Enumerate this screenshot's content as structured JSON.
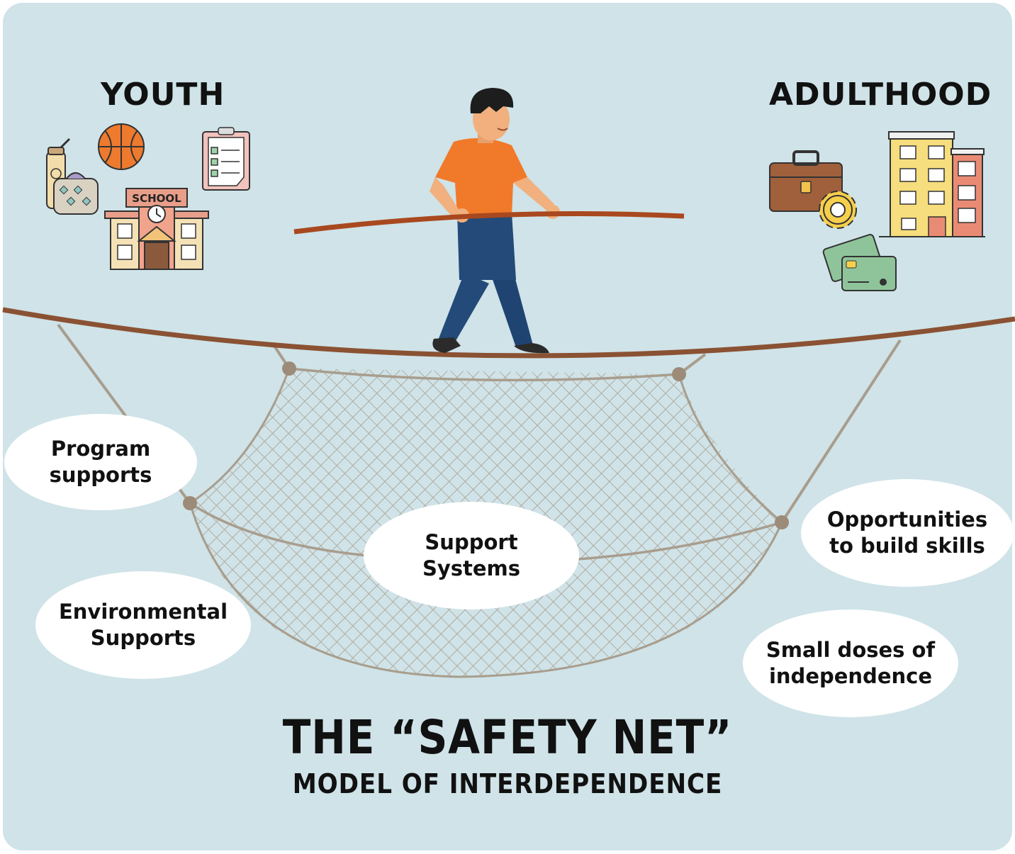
{
  "headings": {
    "youth": "YOUTH",
    "adulthood": "ADULTHOOD"
  },
  "school_sign": "SCHOOL",
  "bubbles": {
    "program": "Program\nsupports",
    "environmental": "Environmental\nSupports",
    "support_systems": "Support\nSystems",
    "opportunities": "Opportunities\nto build skills",
    "independence": "Small doses of\nindependence"
  },
  "title": {
    "main": "THE “SAFETY NET”",
    "sub": "MODEL OF INTERDEPENDENCE"
  },
  "colors": {
    "background": "#cfe3e8",
    "rope": "#8a5233",
    "net": "#a79c8c",
    "shirt": "#f07a2a",
    "pants": "#234a78"
  }
}
